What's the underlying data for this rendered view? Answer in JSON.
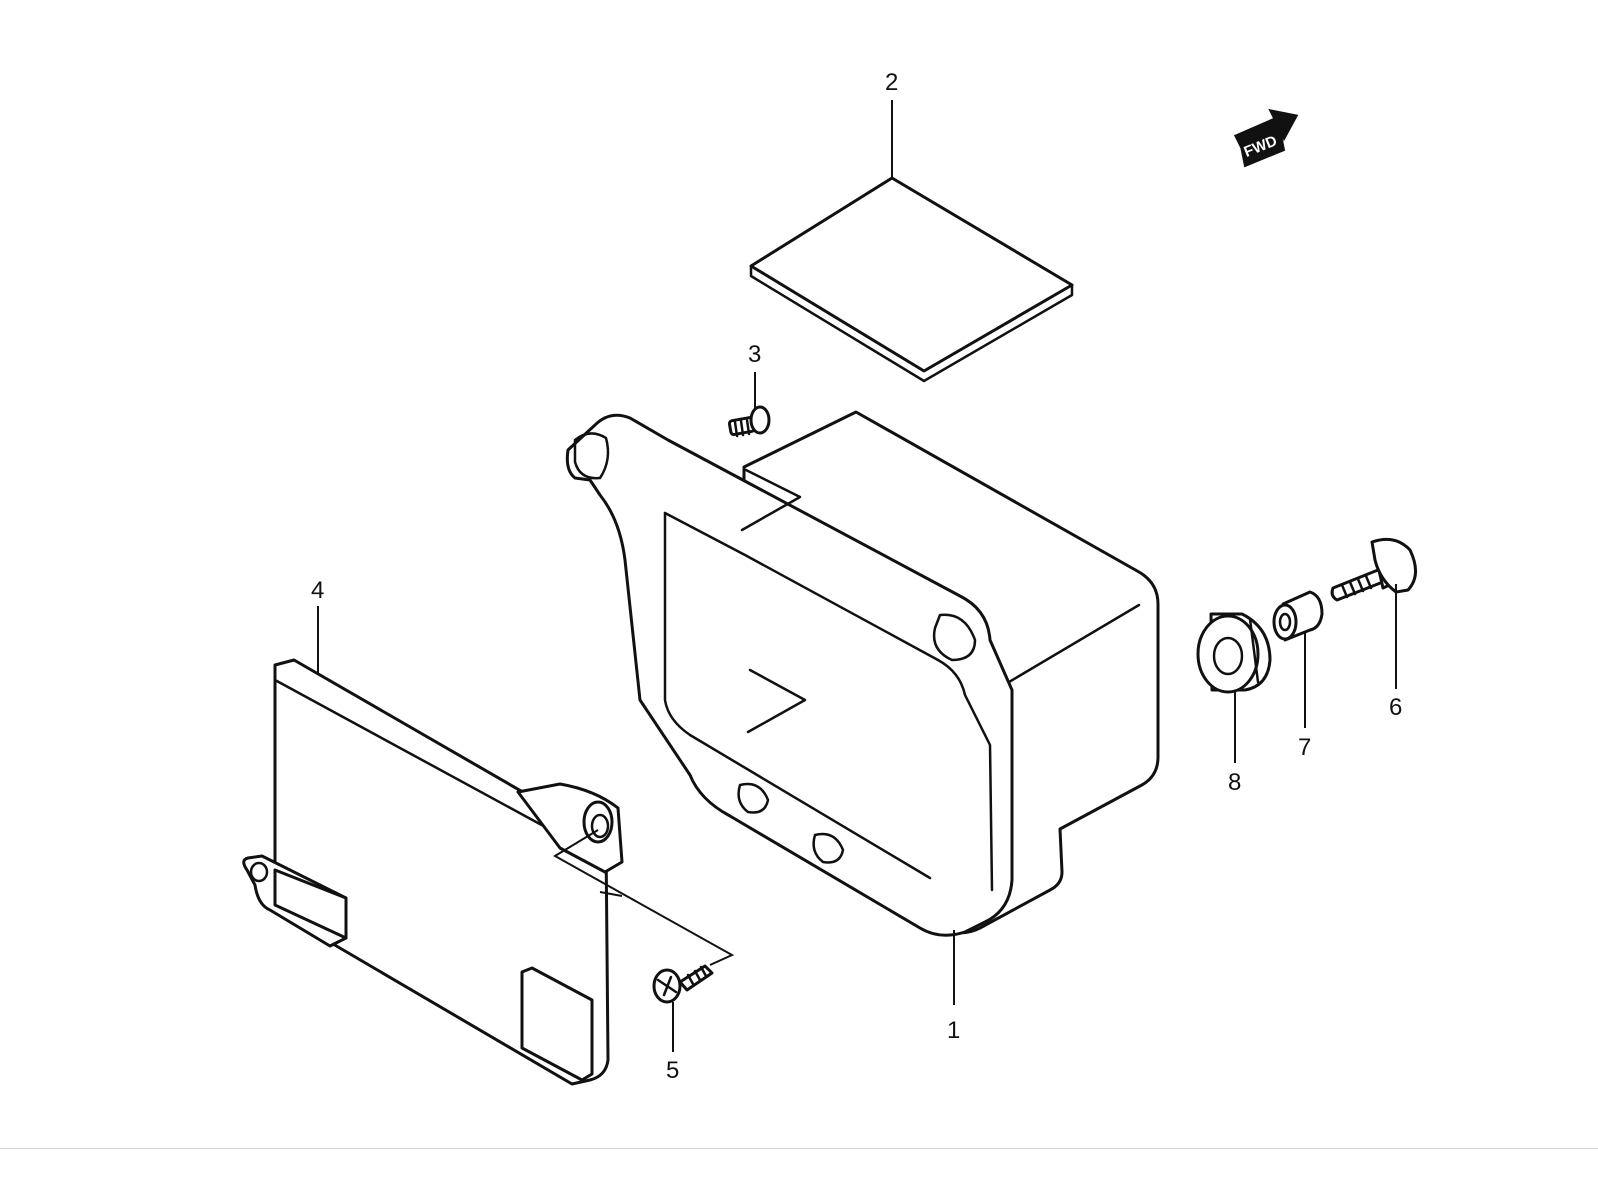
{
  "direction_badge": {
    "text": "FWD"
  },
  "callouts": {
    "c1": "1",
    "c2": "2",
    "c3": "3",
    "c4": "4",
    "c5": "5",
    "c6": "6",
    "c7": "7",
    "c8": "8"
  },
  "colors": {
    "line": "#111111",
    "background": "#ffffff",
    "badge": "#111111"
  }
}
